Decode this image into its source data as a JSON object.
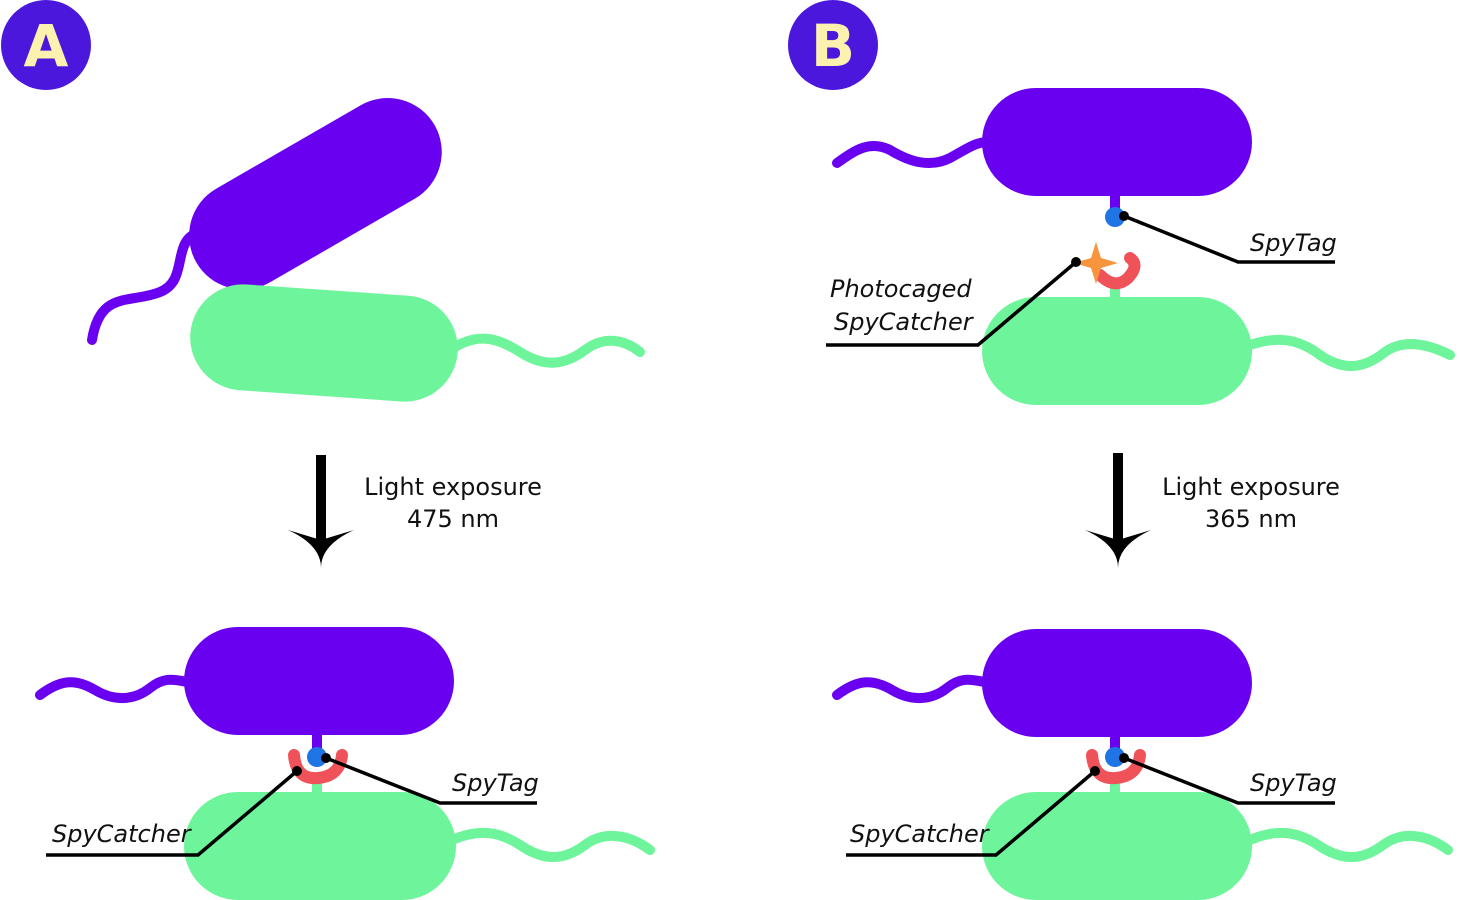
{
  "panels": [
    {
      "badge": "A",
      "step_label_line1": "Light exposure",
      "step_label_line2": "475 nm",
      "bottom_labels": {
        "spytag": "SpyTag",
        "spycatcher": "SpyCatcher"
      }
    },
    {
      "badge": "B",
      "top_labels": {
        "spytag": "SpyTag",
        "photocaged_line1": "Photocaged",
        "photocaged_line2": "SpyCatcher"
      },
      "step_label_line1": "Light exposure",
      "step_label_line2": "365 nm",
      "bottom_labels": {
        "spytag": "SpyTag",
        "spycatcher": "SpyCatcher"
      }
    }
  ],
  "colors": {
    "badge_bg": "#4b17dc",
    "badge_text": "#fdf1b0",
    "bacterium_purple": "#6a00f0",
    "bacterium_green": "#6ef59c",
    "spytag_blue": "#1f74e6",
    "spycatcher_red": "#f0525a",
    "photocage_orange": "#f7943e",
    "arrow": "#000000"
  }
}
